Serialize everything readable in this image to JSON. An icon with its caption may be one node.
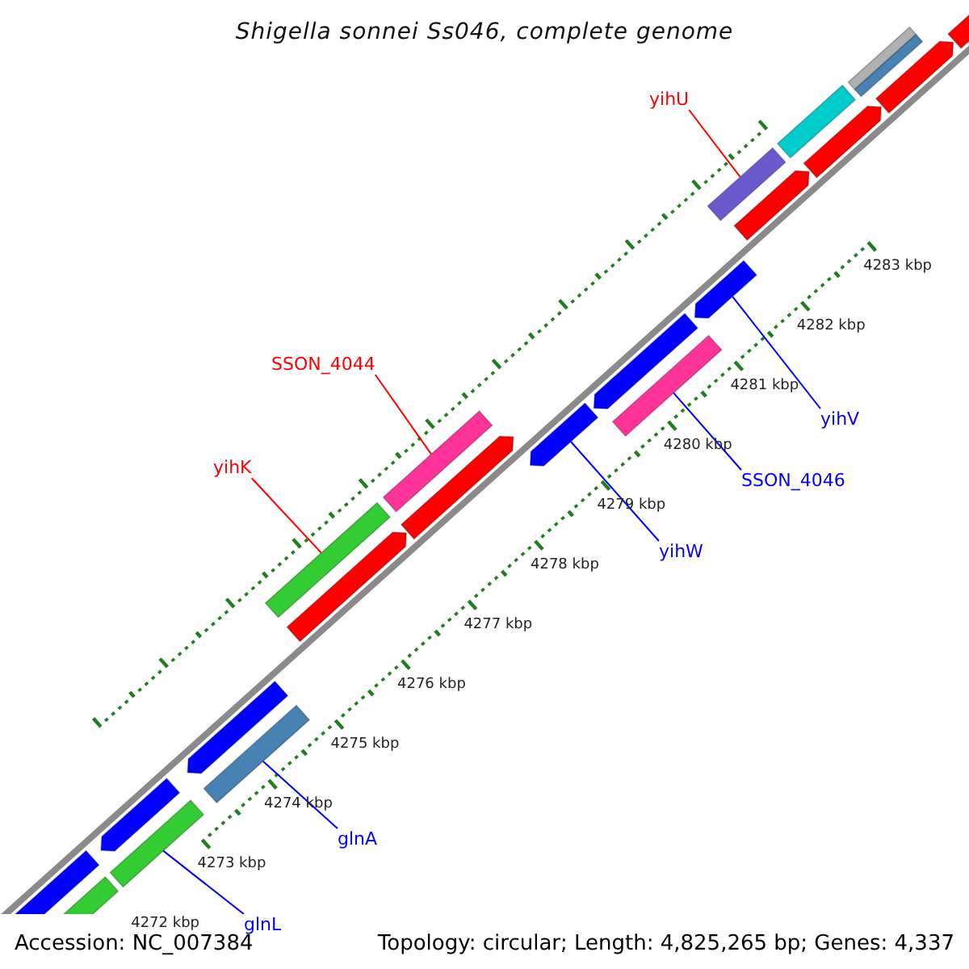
{
  "diagram": {
    "title": "Shigella sonnei Ss046, complete genome",
    "nodes": [
      {
        "text": [
          "yihU"
        ]
      },
      {
        "text": [],
        "shape": "bar"
      },
      {
        "text": [
          "SSON_4044"
        ]
      },
      {
        "text": [],
        "shape": "bar"
      },
      {
        "text": [
          "yihK"
        ]
      },
      {
        "text": [],
        "shape": "bar"
      },
      {
        "text": [
          "yihV"
        ]
      },
      {
        "text": [],
        "shape": "arrow"
      },
      {
        "text": [
          "SSON_4046"
        ]
      },
      {
        "text": [],
        "shape": "bar"
      },
      {
        "text": [
          "yihW"
        ]
      },
      {
        "text": [],
        "shape": "arrow"
      },
      {
        "text": [
          "glnA"
        ]
      },
      {
        "text": [],
        "shape": "bar"
      },
      {
        "text": [
          "glnL"
        ]
      },
      {
        "text": [],
        "shape": "bar"
      },
      {
        "text": [],
        "shape": "bar"
      },
      {
        "text": [],
        "shape": "bar"
      },
      {
        "text": [],
        "shape": "arrow"
      },
      {
        "text": [],
        "shape": "arrow"
      },
      {
        "text": [],
        "shape": "arrow"
      },
      {
        "text": [],
        "shape": "arrow"
      },
      {
        "text": [],
        "shape": "arrow"
      },
      {
        "text": [],
        "shape": "arrow"
      },
      {
        "text": [],
        "shape": "bar"
      },
      {
        "text": [],
        "shape": "arrow"
      },
      {
        "text": [],
        "shape": "bar"
      },
      {
        "text": [],
        "shape": "bar"
      },
      {
        "text": [],
        "shape": "arrow"
      },
      {
        "text": [],
        "shape": "arrow"
      }
    ],
    "edges": [
      {
        "from": 0,
        "to": 1,
        "arrow": "none",
        "color": "#ff0000"
      },
      {
        "from": 2,
        "to": 3,
        "arrow": "none",
        "color": "#ff0000"
      },
      {
        "from": 4,
        "to": 5,
        "arrow": "none",
        "color": "#ff0000"
      },
      {
        "from": 6,
        "to": 7,
        "arrow": "none"
      },
      {
        "from": 8,
        "to": 9,
        "arrow": "none"
      },
      {
        "from": 10,
        "to": 11,
        "arrow": "none"
      },
      {
        "from": 12,
        "to": 13,
        "arrow": "none"
      },
      {
        "from": 14,
        "to": 15,
        "arrow": "none"
      }
    ],
    "labels": [
      "4283 kbp",
      "4282 kbp",
      "4281 kbp",
      "4280 kbp",
      "4279 kbp",
      "4278 kbp",
      "4277 kbp",
      "4276 kbp",
      "4275 kbp",
      "4274 kbp",
      "4273 kbp",
      "4272 kbp",
      "Accession: NC_007384",
      "Topology: circular; Length: 4,825,265 bp; Genes: 4,337"
    ]
  }
}
